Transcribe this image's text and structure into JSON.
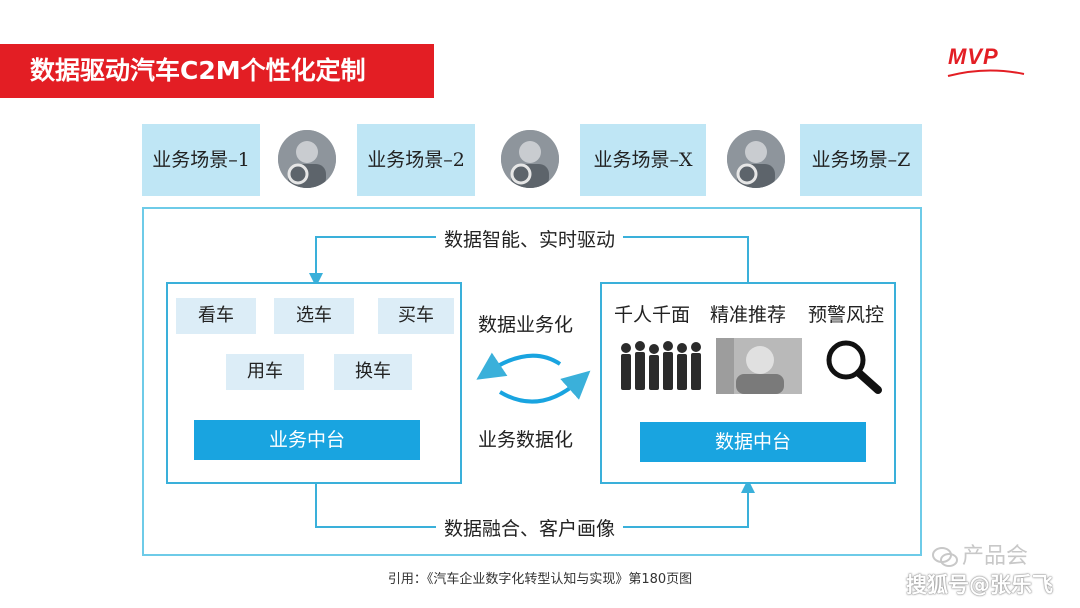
{
  "header": {
    "title": "数据驱动汽车C2M个性化定制",
    "logo_text": "MVP"
  },
  "scenes": [
    "业务场景–1",
    "业务场景–2",
    "业务场景–X",
    "业务场景–Z"
  ],
  "flows": {
    "top": "数据智能、实时驱动",
    "bottom": "数据融合、客户画像",
    "middle_top": "数据业务化",
    "middle_bottom": "业务数据化"
  },
  "business_panel": {
    "chips": [
      "看车",
      "选车",
      "买车",
      "用车",
      "换车"
    ],
    "bar_label": "业务中台"
  },
  "data_panel": {
    "features": [
      "千人千面",
      "精准推荐",
      "预警风控"
    ],
    "bar_label": "数据中台"
  },
  "citation": "引用：《汽车企业数字化转型认知与实现》第180页图",
  "watermarks": {
    "wechat": "产品会",
    "sohu": "搜狐号@张乐飞"
  },
  "colors": {
    "banner": "#e31e24",
    "scene_bg": "#bfe6f5",
    "panel_border": "#3ab0da",
    "bar": "#19a4e0",
    "chip_bg": "#dcedf7"
  }
}
